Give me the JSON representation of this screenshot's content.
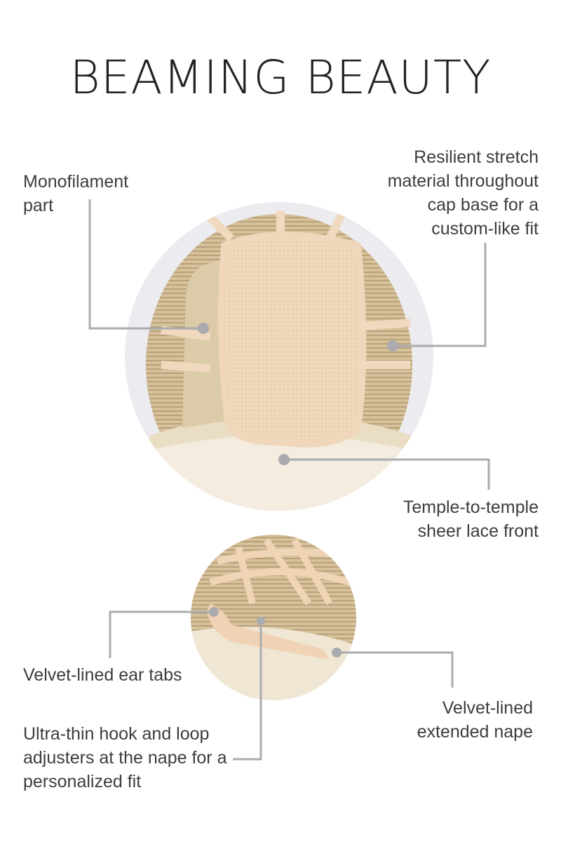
{
  "title": "BEAMING BEAUTY",
  "callouts": {
    "monofilament": "Monofilament part",
    "stretch": "Resilient stretch material throughout cap base for a custom-like fit",
    "lace_front": "Temple-to-temple sheer lace front",
    "ear_tabs": "Velvet-lined ear tabs",
    "adjusters": "Ultra-thin hook and loop adjusters at the nape for a personalized fit",
    "nape": "Velvet-lined extended nape"
  },
  "colors": {
    "circle_bg": "#ecebf0",
    "leader_line": "#a9abaf",
    "lace": "#f2d9bf",
    "hair": "#d9c49c"
  }
}
